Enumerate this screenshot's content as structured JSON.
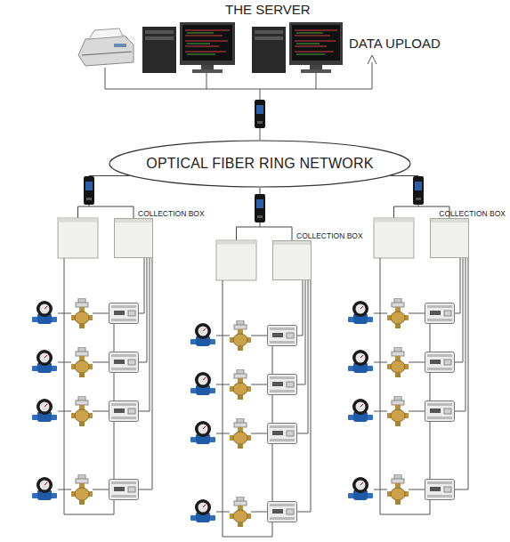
{
  "diagram": {
    "nodes": [
      {
        "text": [
          "OPTICAL FIBER RING NETWORK"
        ]
      },
      {
        "text": [
          "COLLECTION BOX"
        ]
      },
      {
        "text": [
          "COLLECTION BOX"
        ]
      },
      {
        "text": [
          "COLLECTION BOX"
        ]
      }
    ],
    "edges": [
      {
        "from": 0,
        "to": 1,
        "arrow": "none"
      },
      {
        "from": 0,
        "to": 2,
        "arrow": "none"
      },
      {
        "from": 0,
        "to": 3,
        "arrow": "none"
      }
    ],
    "labels": [
      "THE SERVER",
      "DATA UPLOAD"
    ]
  }
}
